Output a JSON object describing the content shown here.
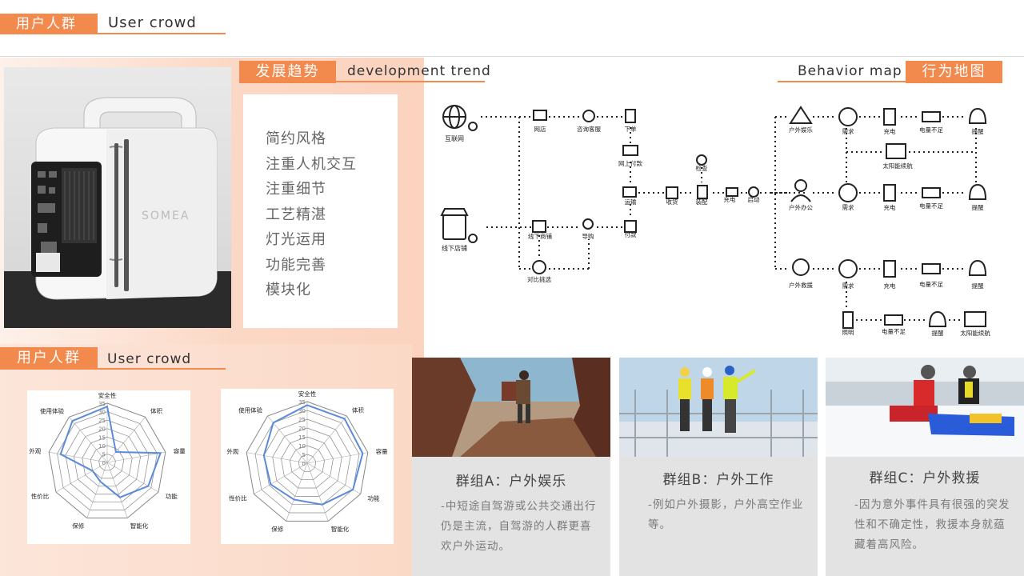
{
  "header": {
    "tag": "用户人群",
    "en": "User crowd"
  },
  "trend": {
    "tag": "发展趋势",
    "en": "development trend",
    "items": [
      "简约风格",
      "注重人机交互",
      "注重细节",
      "工艺精湛",
      "灯光运用",
      "功能完善",
      "模块化"
    ]
  },
  "behavior": {
    "tag": "行为地图",
    "en": "Behavior map",
    "nodes": {
      "internet": "互联网",
      "store": "线下店铺",
      "web": "网店",
      "service": "咨询客服",
      "order": "下单",
      "online_pay": "网上付款",
      "offline_store": "线下商铺",
      "guide": "导购",
      "pay": "付款",
      "compare": "对比挑选",
      "transport": "运输",
      "receive": "收货",
      "inspect": "检查",
      "assemble": "装配",
      "charge": "充电",
      "start": "启动",
      "outdoor_fun": "户外娱乐",
      "outdoor_work": "户外办公",
      "outdoor_rescue": "户外救援",
      "demand": "需求",
      "charging": "充电",
      "low_power": "电量不足",
      "remind": "提醒",
      "solar": "太阳能续航",
      "lighting": "照明"
    }
  },
  "crowd": {
    "tag": "用户人群",
    "en": "User crowd"
  },
  "radar": {
    "axes": [
      "安全性",
      "体积",
      "容量",
      "功能",
      "智能化",
      "保修",
      "性价比",
      "外观",
      "使用体验"
    ],
    "ticks": [
      "35",
      "30",
      "25",
      "20",
      "15",
      "10",
      "5",
      "0"
    ],
    "max": 35,
    "color": "#5b8bd9",
    "charts": [
      {
        "values": [
          33,
          8,
          32,
          28,
          22,
          12,
          10,
          28,
          32
        ]
      },
      {
        "values": [
          33,
          33,
          32,
          30,
          25,
          22,
          24,
          25,
          30
        ]
      }
    ]
  },
  "cards": [
    {
      "title": "群组A：户外娱乐",
      "desc": "-中短途自驾游或公共交通出行仍是主流，自驾游的人群更喜欢户外运动。"
    },
    {
      "title": "群组B：户外工作",
      "desc": "-例如户外摄影，户外高空作业等。"
    },
    {
      "title": "群组C：户外救援",
      "desc": "-因为意外事件具有很强的突发性和不确定性，救援本身就蕴藏着高风险。"
    }
  ],
  "colors": {
    "accent": "#f28a4e",
    "radar": "#5b8bd9"
  }
}
